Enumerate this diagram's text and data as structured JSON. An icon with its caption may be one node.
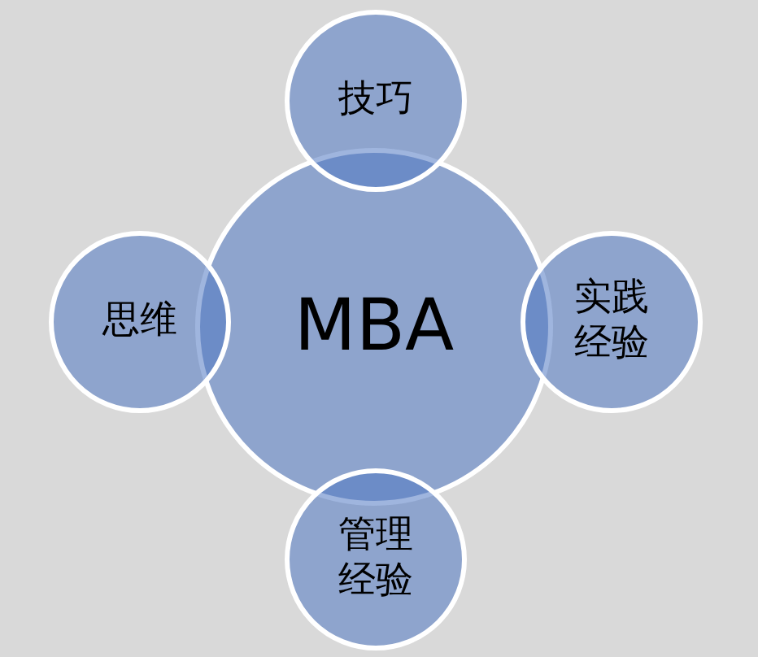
{
  "diagram": {
    "nodes": [
      {
        "text": [
          "技巧"
        ]
      },
      {
        "text": [
          "思维"
        ]
      },
      {
        "text": [
          "MBA"
        ]
      },
      {
        "text": [
          "实践经验"
        ]
      },
      {
        "text": [
          "管理经验"
        ]
      }
    ]
  }
}
